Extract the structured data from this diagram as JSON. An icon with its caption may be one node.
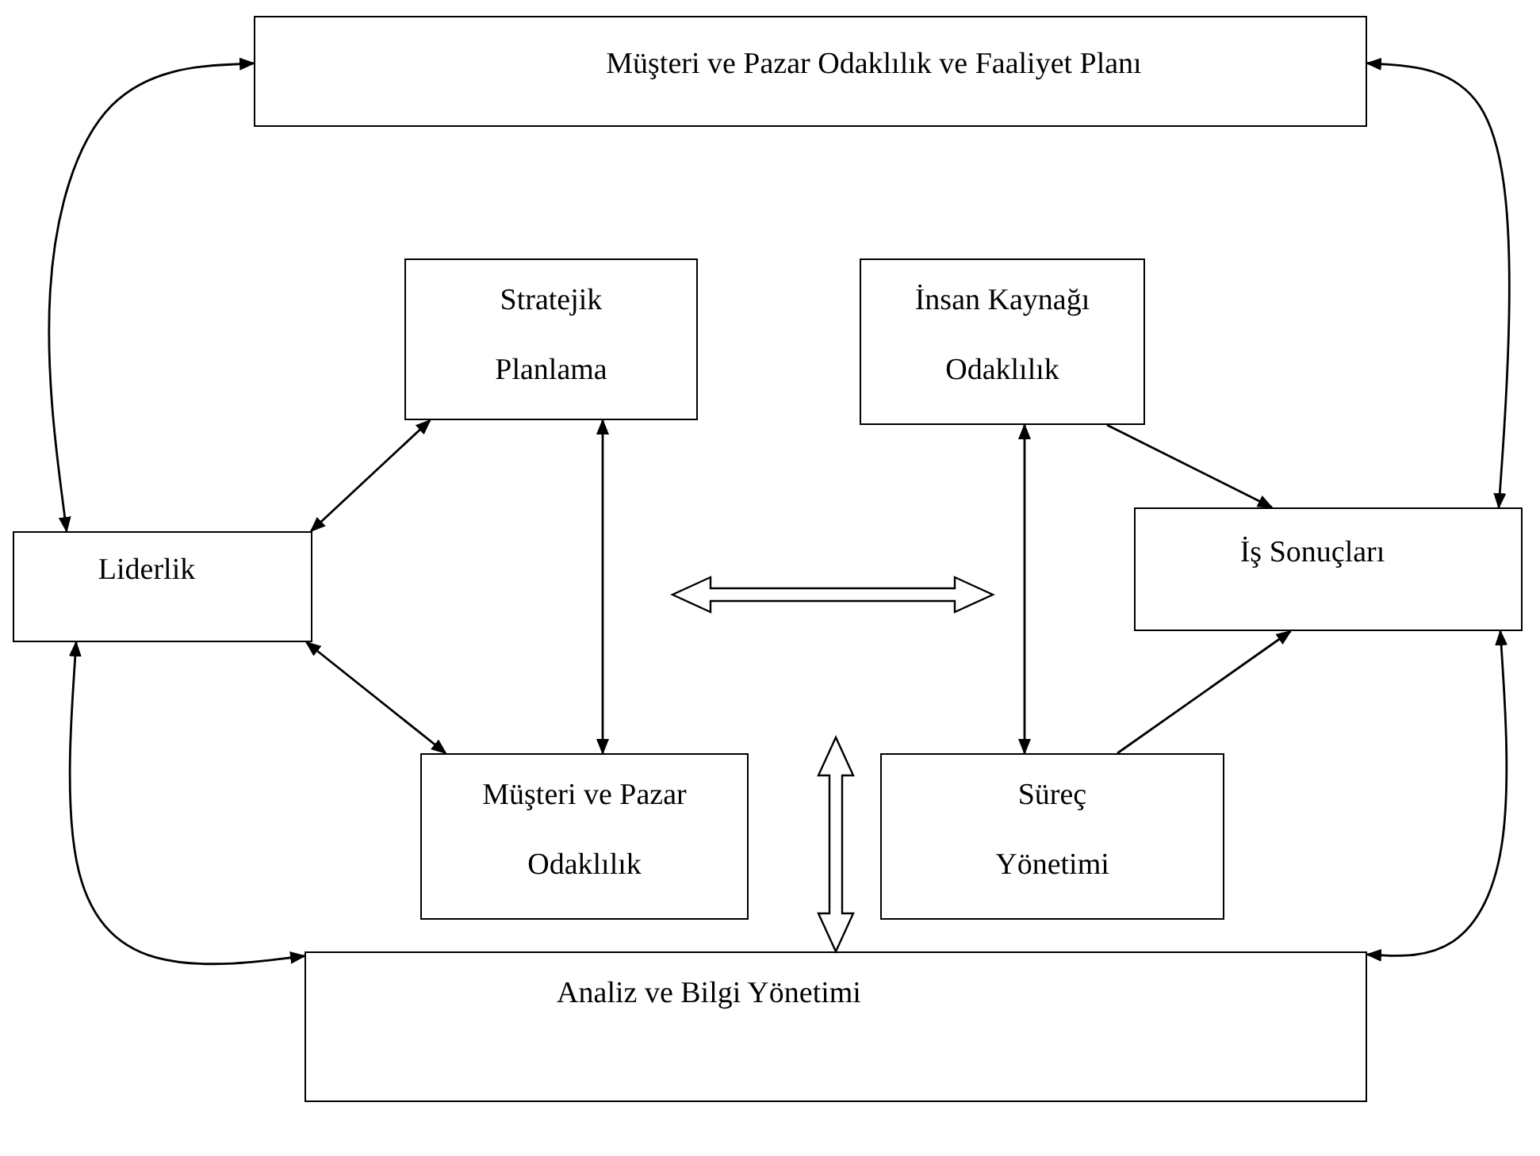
{
  "diagram": {
    "nodes": [
      {
        "text": [
          "Müşteri ve Pazar Odaklılık ve Faaliyet Planı"
        ]
      },
      {
        "text": [
          "Stratejik Planlama"
        ]
      },
      {
        "text": [
          "İnsan Kaynağı Odaklılık"
        ]
      },
      {
        "text": [
          "Liderlik"
        ]
      },
      {
        "text": [
          "İş Sonuçları"
        ]
      },
      {
        "text": [
          "Müşteri ve Pazar Odaklılık"
        ]
      },
      {
        "text": [
          "Süreç Yönetimi"
        ]
      },
      {
        "text": [
          "Analiz ve Bilgi Yönetimi"
        ]
      }
    ],
    "edges": [
      {
        "from": 3,
        "to": 0,
        "arrow": "both"
      },
      {
        "from": 0,
        "to": 4,
        "arrow": "both"
      },
      {
        "from": 3,
        "to": 7,
        "arrow": "both"
      },
      {
        "from": 4,
        "to": 7,
        "arrow": "both"
      },
      {
        "from": 3,
        "to": 1,
        "arrow": "both"
      },
      {
        "from": 3,
        "to": 5,
        "arrow": "both"
      },
      {
        "from": 1,
        "to": 5,
        "arrow": "both"
      },
      {
        "from": 2,
        "to": 6,
        "arrow": "both"
      },
      {
        "from": 2,
        "to": 4,
        "arrow": "to"
      },
      {
        "from": 6,
        "to": 4,
        "arrow": "to"
      },
      {
        "from": 1,
        "to": 2,
        "arrow": "both",
        "style": "thick"
      },
      {
        "from": null,
        "to": 7,
        "arrow": "both",
        "style": "thick"
      }
    ]
  }
}
